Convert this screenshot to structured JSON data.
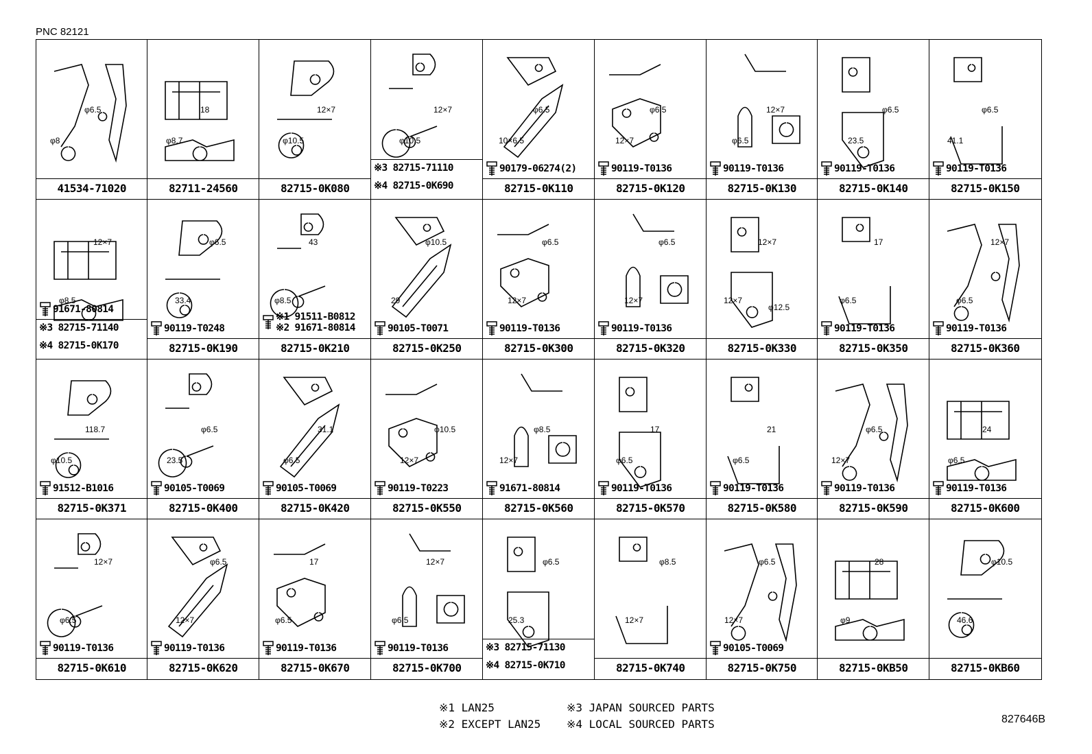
{
  "pnc": "PNC 82121",
  "figure_code": "827646B",
  "legend": {
    "left": [
      "※1 LAN25",
      "※2 EXCEPT LAN25"
    ],
    "right": [
      "※3 JAPAN SOURCED PARTS",
      "※4 LOCAL SOURCED PARTS"
    ]
  },
  "rows": [
    [
      {
        "part": "41534-71020",
        "dims": [
          "φ6.5",
          "φ8"
        ]
      },
      {
        "part": "82711-24560",
        "dims": [
          "18",
          "φ8.7"
        ]
      },
      {
        "part": "82715-0K080",
        "dims": [
          "12×7",
          "φ10.5"
        ]
      },
      {
        "part": "",
        "dims": [
          "12×7",
          "φ10.5"
        ],
        "alts": [
          "※3 82715-71110",
          "※4 82715-0K690"
        ]
      },
      {
        "part": "82715-0K110",
        "dims": [
          "φ6.5",
          "10×6.5"
        ],
        "bolt": "90179-06274(2)"
      },
      {
        "part": "82715-0K120",
        "dims": [
          "φ6.5",
          "12×7"
        ],
        "bolt": "90119-T0136"
      },
      {
        "part": "82715-0K130",
        "dims": [
          "12×7",
          "φ6.5"
        ],
        "bolt": "90119-T0136"
      },
      {
        "part": "82715-0K140",
        "dims": [
          "φ6.5",
          "23.5"
        ],
        "bolt": "90119-T0136"
      },
      {
        "part": "82715-0K150",
        "dims": [
          "φ6.5",
          "41.1"
        ],
        "bolt": "90119-T0136"
      }
    ],
    [
      {
        "part": "",
        "dims": [
          "12×7",
          "φ8.5"
        ],
        "bolt": "91671-80814",
        "alts": [
          "※3 82715-71140",
          "※4 82715-0K170"
        ]
      },
      {
        "part": "82715-0K190",
        "dims": [
          "φ6.5",
          "33.4"
        ],
        "bolt": "90119-T0248"
      },
      {
        "part": "82715-0K210",
        "dims": [
          "43",
          "φ8.5"
        ],
        "bolts2": [
          "※1 91511-B0812",
          "※2 91671-80814"
        ]
      },
      {
        "part": "82715-0K250",
        "dims": [
          "φ10.5",
          "29"
        ],
        "bolt": "90105-T0071"
      },
      {
        "part": "82715-0K300",
        "dims": [
          "φ6.5",
          "12×7"
        ],
        "bolt": "90119-T0136"
      },
      {
        "part": "82715-0K320",
        "dims": [
          "φ6.5",
          "12×7"
        ],
        "bolt": "90119-T0136"
      },
      {
        "part": "82715-0K330",
        "dims": [
          "12×7",
          "12×7",
          "φ12.5"
        ]
      },
      {
        "part": "82715-0K350",
        "dims": [
          "17",
          "φ6.5"
        ],
        "bolt": "90119-T0136"
      },
      {
        "part": "82715-0K360",
        "dims": [
          "12×7",
          "φ6.5"
        ],
        "bolt": "90119-T0136"
      }
    ],
    [
      {
        "part": "82715-0K371",
        "dims": [
          "118.7",
          "φ10.5"
        ],
        "bolt": "91512-B1016"
      },
      {
        "part": "82715-0K400",
        "dims": [
          "φ6.5",
          "23.5"
        ],
        "bolt": "90105-T0069"
      },
      {
        "part": "82715-0K420",
        "dims": [
          "31.1",
          "φ6.5"
        ],
        "bolt": "90105-T0069"
      },
      {
        "part": "82715-0K550",
        "dims": [
          "φ10.5",
          "12×7"
        ],
        "bolt": "90119-T0223"
      },
      {
        "part": "82715-0K560",
        "dims": [
          "φ8.5",
          "12×7"
        ],
        "bolt": "91671-80814"
      },
      {
        "part": "82715-0K570",
        "dims": [
          "17",
          "φ6.5"
        ],
        "bolt": "90119-T0136"
      },
      {
        "part": "82715-0K580",
        "dims": [
          "21",
          "φ6.5"
        ],
        "bolt": "90119-T0136"
      },
      {
        "part": "82715-0K590",
        "dims": [
          "φ6.5",
          "12×7"
        ],
        "bolt": "90119-T0136"
      },
      {
        "part": "82715-0K600",
        "dims": [
          "24",
          "φ6.5"
        ],
        "bolt": "90119-T0136"
      }
    ],
    [
      {
        "part": "82715-0K610",
        "dims": [
          "12×7",
          "φ6.5"
        ],
        "bolt": "90119-T0136"
      },
      {
        "part": "82715-0K620",
        "dims": [
          "φ6.5",
          "12×7"
        ],
        "bolt": "90119-T0136"
      },
      {
        "part": "82715-0K670",
        "dims": [
          "17",
          "φ6.5"
        ],
        "bolt": "90119-T0136"
      },
      {
        "part": "82715-0K700",
        "dims": [
          "12×7",
          "φ6.5"
        ],
        "bolt": "90119-T0136"
      },
      {
        "part": "",
        "dims": [
          "φ6.5",
          "25.3"
        ],
        "alts": [
          "※3 82715-71130",
          "※4 82715-0K710"
        ]
      },
      {
        "part": "82715-0K740",
        "dims": [
          "φ8.5",
          "12×7"
        ]
      },
      {
        "part": "82715-0K750",
        "dims": [
          "φ6.5",
          "12×7"
        ],
        "bolt": "90105-T0069"
      },
      {
        "part": "82715-0KB50",
        "dims": [
          "28",
          "φ9"
        ]
      },
      {
        "part": "82715-0KB60",
        "dims": [
          "φ10.5",
          "46.6"
        ]
      }
    ]
  ]
}
